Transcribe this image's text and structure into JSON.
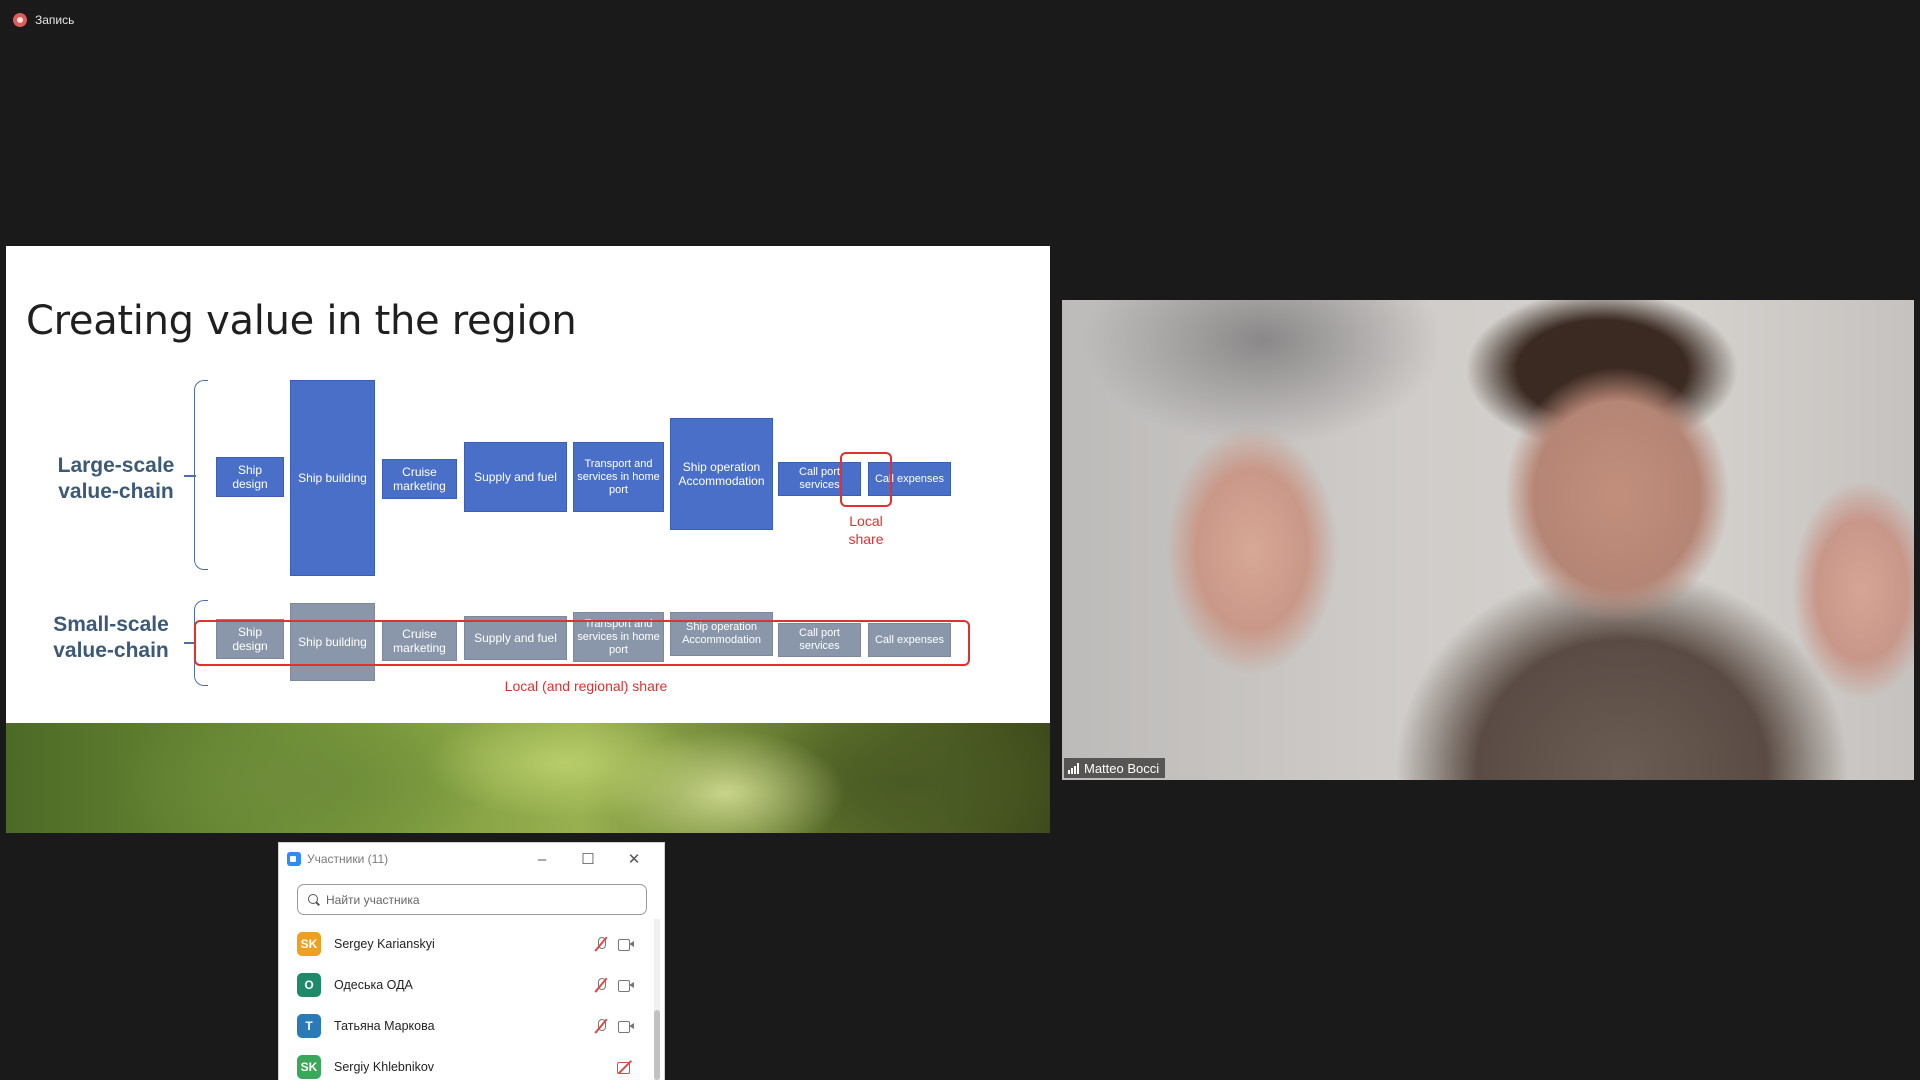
{
  "recording": {
    "label": "Запись"
  },
  "slide": {
    "title": "Creating value in the region",
    "large_label": [
      "Large-scale",
      "value-chain"
    ],
    "small_label": [
      "Small-scale",
      "value-chain"
    ],
    "large_boxes": [
      "Ship design",
      "Ship building",
      "Cruise marketing",
      "Supply and fuel",
      "Transport and services in home port",
      "Ship operation Accommodation",
      "Call port services",
      "Call expenses"
    ],
    "small_boxes": [
      "Ship design",
      "Ship building",
      "Cruise marketing",
      "Supply and fuel",
      "Transport and services in home port",
      "Ship operation Accommodation",
      "Call port services",
      "Call expenses"
    ],
    "local_share": [
      "Local",
      "share"
    ],
    "regional_share": "Local (and regional) share"
  },
  "video": {
    "participant_name": "Matteo Bocci"
  },
  "participants_panel": {
    "title": "Участники (11)",
    "search_placeholder": "Найти участника",
    "participants": [
      {
        "initials": "SK",
        "name": "Sergey Karianskyi",
        "color": "#f0a020",
        "mic_muted": true,
        "cam_off": false
      },
      {
        "initials": "О",
        "name": "Одеська ОДА",
        "color": "#1e8a6a",
        "mic_muted": true,
        "cam_off": false
      },
      {
        "initials": "Т",
        "name": "Татьяна Маркова",
        "color": "#2a7ab8",
        "mic_muted": true,
        "cam_off": false
      },
      {
        "initials": "SK",
        "name": "Sergiy Khlebnikov",
        "color": "#3aa85a",
        "mic_muted": false,
        "cam_off": true
      }
    ]
  }
}
